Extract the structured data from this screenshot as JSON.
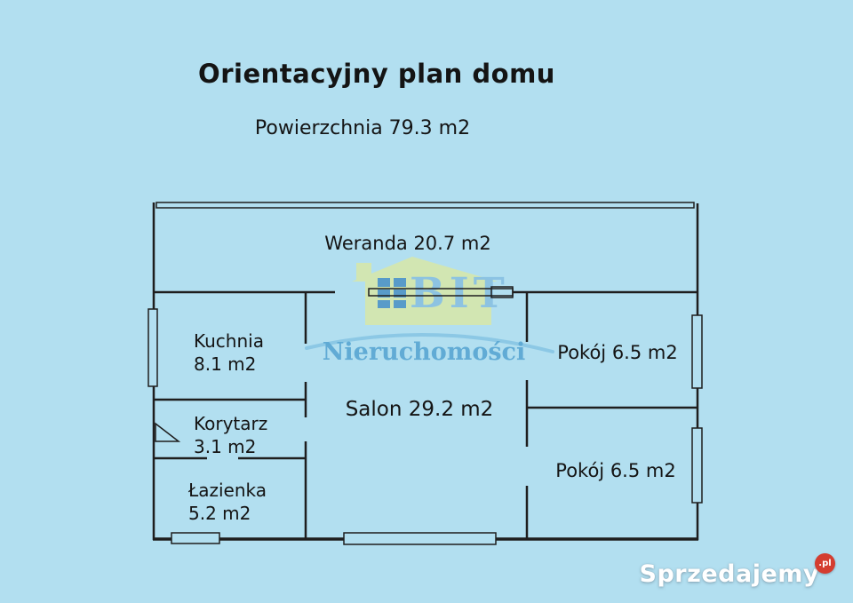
{
  "title": "Orientacyjny plan domu",
  "subtitle": "Powierzchnia 79.3 m2",
  "rooms": [
    {
      "id": "weranda",
      "label": "Weranda 20.7 m2"
    },
    {
      "id": "kuchnia",
      "name": "Kuchnia",
      "area": "8.1 m2"
    },
    {
      "id": "korytarz",
      "name": "Korytarz",
      "area": "3.1 m2"
    },
    {
      "id": "lazienka",
      "name": "Łazienka",
      "area": "5.2 m2"
    },
    {
      "id": "salon",
      "label": "Salon 29.2 m2"
    },
    {
      "id": "pokoj-gorny",
      "label": "Pokój 6.5 m2"
    },
    {
      "id": "pokoj-dolny",
      "label": "Pokój 6.5 m2"
    }
  ],
  "watermark": {
    "brand": "BIT",
    "sub": "Nieruchomości"
  },
  "footer_logo": {
    "text": "Sprzedajemy",
    "suffix": ".pl"
  },
  "colors": {
    "background": "#b2dff0",
    "wall": "#1e1e1e",
    "watermark_house": "#d6e7ac",
    "watermark_pane_blue": "#4e95cc",
    "watermark_text_blue": "#8ac2e4",
    "logo_red": "#d43d30",
    "logo_text": "#ffffff"
  }
}
